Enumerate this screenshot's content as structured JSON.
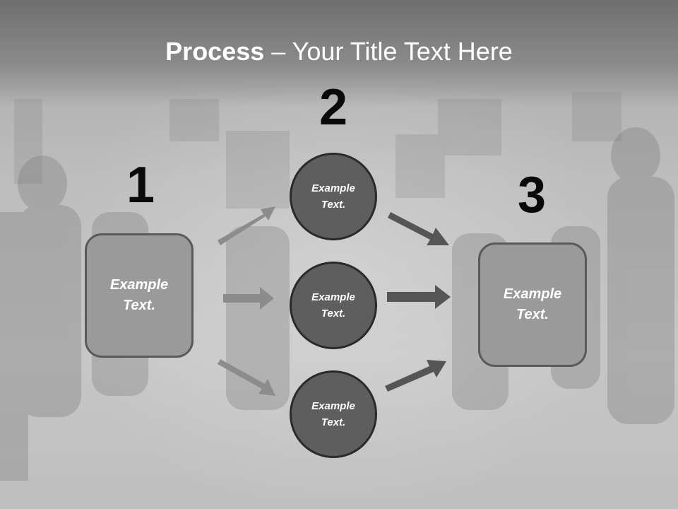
{
  "title": {
    "bold": "Process",
    "rest": " – Your Title Text Here"
  },
  "steps": [
    {
      "number": "1"
    },
    {
      "number": "2"
    },
    {
      "number": "3"
    }
  ],
  "left_box": {
    "label": "Example\nText."
  },
  "right_box": {
    "label": "Example\nText."
  },
  "circles": [
    {
      "label": "Example\nText."
    },
    {
      "label": "Example\nText."
    },
    {
      "label": "Example\nText."
    }
  ],
  "colors": {
    "title_text": "#ffffff",
    "numbers": "#0a0a0a",
    "box_fill": "#9a9a9a",
    "circle_fill": "#5e5e5e",
    "arrow_light": "#8c8c8c",
    "arrow_dark": "#555555"
  }
}
